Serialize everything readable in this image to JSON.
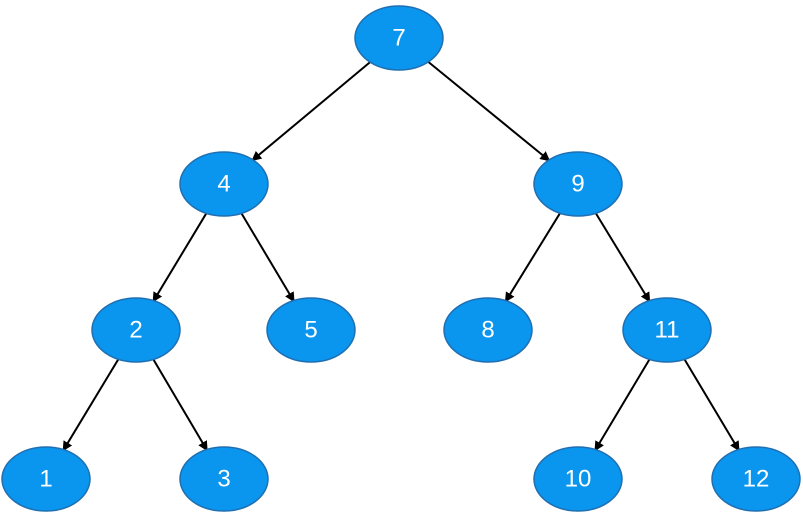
{
  "diagram": {
    "type": "binary-tree",
    "colors": {
      "node_fill": "#0a96ee",
      "node_text": "#ffffff",
      "edge": "#000000"
    },
    "nodes": [
      {
        "id": "n7",
        "label": "7"
      },
      {
        "id": "n4",
        "label": "4"
      },
      {
        "id": "n9",
        "label": "9"
      },
      {
        "id": "n2",
        "label": "2"
      },
      {
        "id": "n5",
        "label": "5"
      },
      {
        "id": "n8",
        "label": "8"
      },
      {
        "id": "n11",
        "label": "11"
      },
      {
        "id": "n1",
        "label": "1"
      },
      {
        "id": "n3",
        "label": "3"
      },
      {
        "id": "n10",
        "label": "10"
      },
      {
        "id": "n12",
        "label": "12"
      }
    ],
    "edges": [
      {
        "from": "n7",
        "to": "n4"
      },
      {
        "from": "n7",
        "to": "n9"
      },
      {
        "from": "n4",
        "to": "n2"
      },
      {
        "from": "n4",
        "to": "n5"
      },
      {
        "from": "n9",
        "to": "n8"
      },
      {
        "from": "n9",
        "to": "n11"
      },
      {
        "from": "n2",
        "to": "n1"
      },
      {
        "from": "n2",
        "to": "n3"
      },
      {
        "from": "n11",
        "to": "n10"
      },
      {
        "from": "n11",
        "to": "n12"
      }
    ]
  }
}
